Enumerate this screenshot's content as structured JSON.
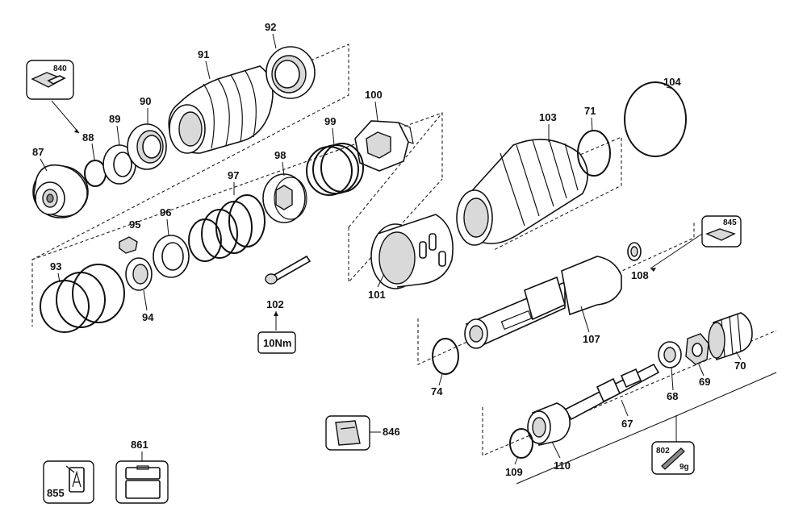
{
  "callouts": {
    "p87": "87",
    "p88": "88",
    "p89": "89",
    "p90": "90",
    "p91": "91",
    "p92": "92",
    "p93": "93",
    "p94": "94",
    "p95": "95",
    "p96": "96",
    "p97": "97",
    "p98": "98",
    "p99": "99",
    "p100": "100",
    "p101": "101",
    "p102": "102",
    "p103": "103",
    "p104": "104",
    "p71": "71",
    "p108": "108",
    "p107": "107",
    "p74": "74",
    "p68": "68",
    "p69": "69",
    "p70": "70",
    "p67": "67",
    "p109": "109",
    "p110": "110",
    "p840": "840",
    "p845": "845",
    "p846": "846",
    "p861": "861",
    "p855": "855",
    "p802": "802",
    "grease_qty": "9g",
    "torque": "10Nm"
  }
}
